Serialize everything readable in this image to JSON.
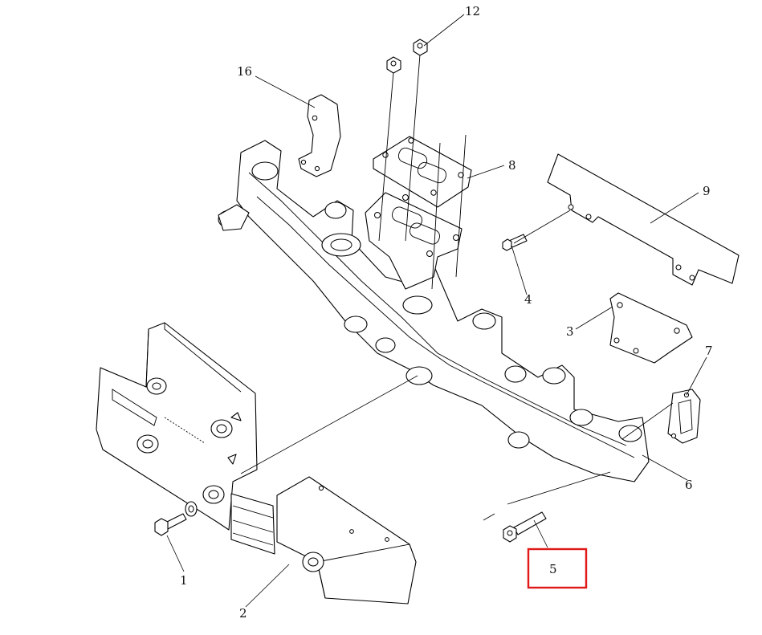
{
  "diagram": {
    "callouts": [
      "1",
      "2",
      "3",
      "4",
      "5",
      "6",
      "7",
      "8",
      "9",
      "12",
      "16"
    ],
    "highlighted_callout": "5",
    "highlight_color": "#e01818",
    "line_color": "#000000",
    "background": "#ffffff"
  }
}
